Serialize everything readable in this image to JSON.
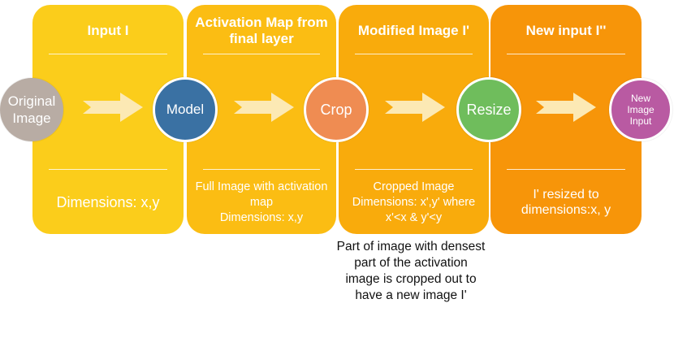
{
  "colors": {
    "panel_1": "#fbcd1b",
    "panel_2": "#fbbd13",
    "panel_3": "#f9ab0c",
    "panel_4": "#f79509",
    "node_original": "#b8aca4",
    "node_model": "#3a71a3",
    "node_crop": "#ef8c52",
    "node_resize": "#6fbd5c",
    "node_new_input": "#b95aa2",
    "arrow": "#fce9b4"
  },
  "panels": [
    {
      "title": "Input I",
      "body": "Dimensions: x,y"
    },
    {
      "title": "Activation Map from final layer",
      "body": "Full Image with activation map\nDimensions: x,y"
    },
    {
      "title": "Modified Image I'",
      "body": "Cropped Image\nDimensions: x',y' where x'<x & y'<y"
    },
    {
      "title": "New input I''",
      "body": "I' resized to dimensions:x, y"
    }
  ],
  "nodes": {
    "original": "Original Image",
    "model": "Model",
    "crop": "Crop",
    "resize": "Resize",
    "new_input": "New Image Input"
  },
  "note": "Part of image with densest part of the activation image is cropped out to have a new image I'"
}
